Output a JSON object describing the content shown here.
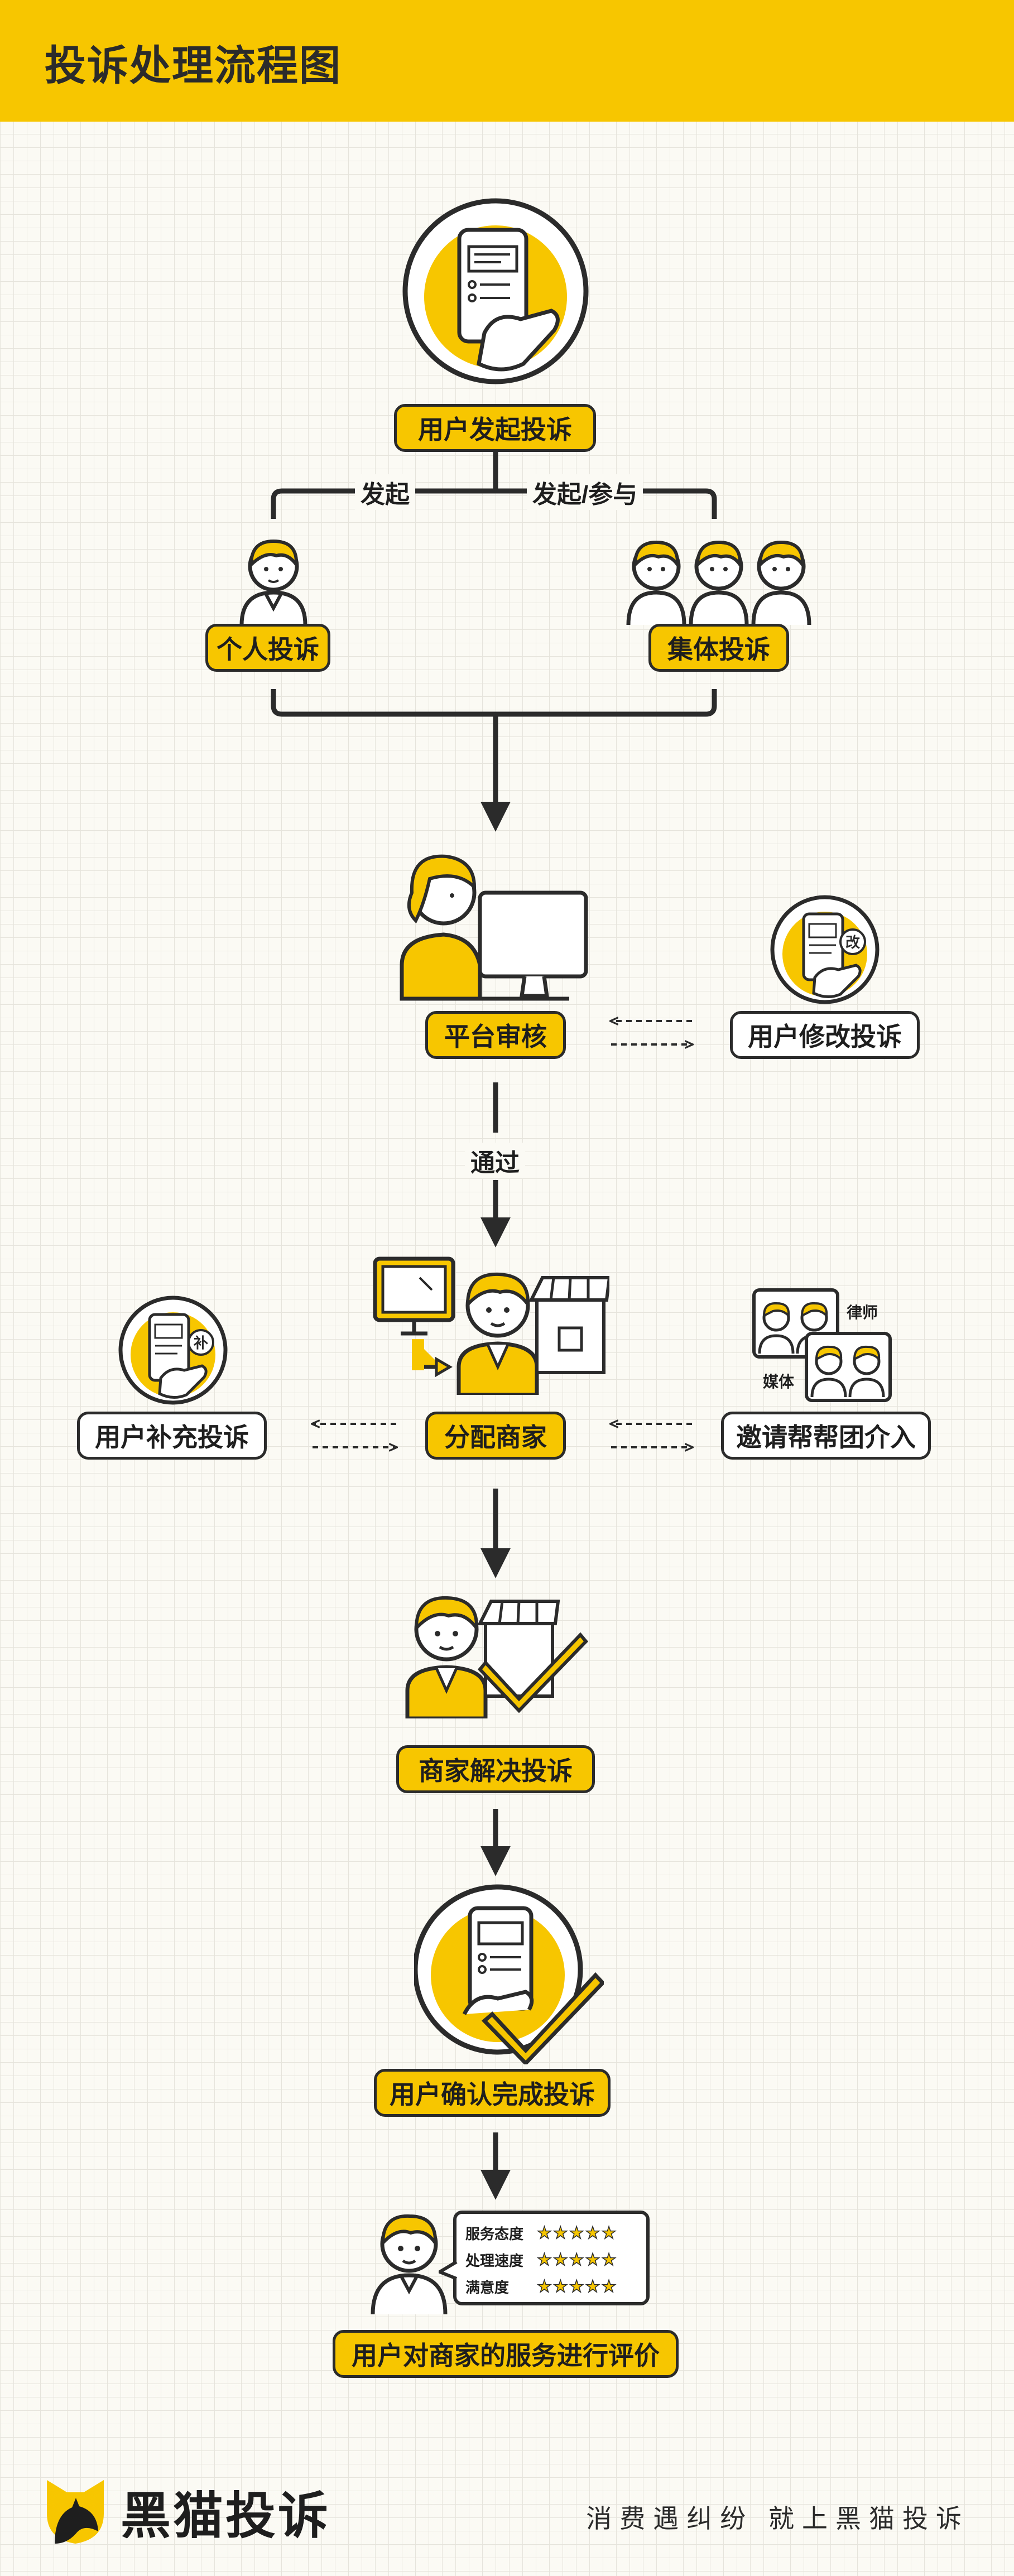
{
  "header": {
    "title": "投诉处理流程图"
  },
  "nodes": {
    "start": "用户发起投诉",
    "individual": "个人投诉",
    "collective": "集体投诉",
    "review": "平台审核",
    "modify": "用户修改投诉",
    "assign": "分配商家",
    "supplement": "用户补充投诉",
    "invite": "邀请帮帮团介入",
    "resolve": "商家解决投诉",
    "confirm": "用户确认完成投诉",
    "evaluate": "用户对商家的服务进行评价"
  },
  "edge_labels": {
    "initiate": "发起",
    "initiate_join": "发起/参与",
    "pass": "通过"
  },
  "helpers": {
    "lawyer": "律师",
    "media": "媒体"
  },
  "badges": {
    "modify_icon": "改",
    "supplement_icon": "补"
  },
  "ratings": [
    {
      "label": "服务态度",
      "stars": 5
    },
    {
      "label": "处理速度",
      "stars": 5
    },
    {
      "label": "满意度",
      "stars": 5
    }
  ],
  "footer": {
    "brand": "黑猫投诉",
    "slogan": "消费遇纠纷 就上黑猫投诉"
  },
  "colors": {
    "accent": "#f7c600",
    "ink": "#2b2b2b",
    "background": "#fbfaf4"
  }
}
